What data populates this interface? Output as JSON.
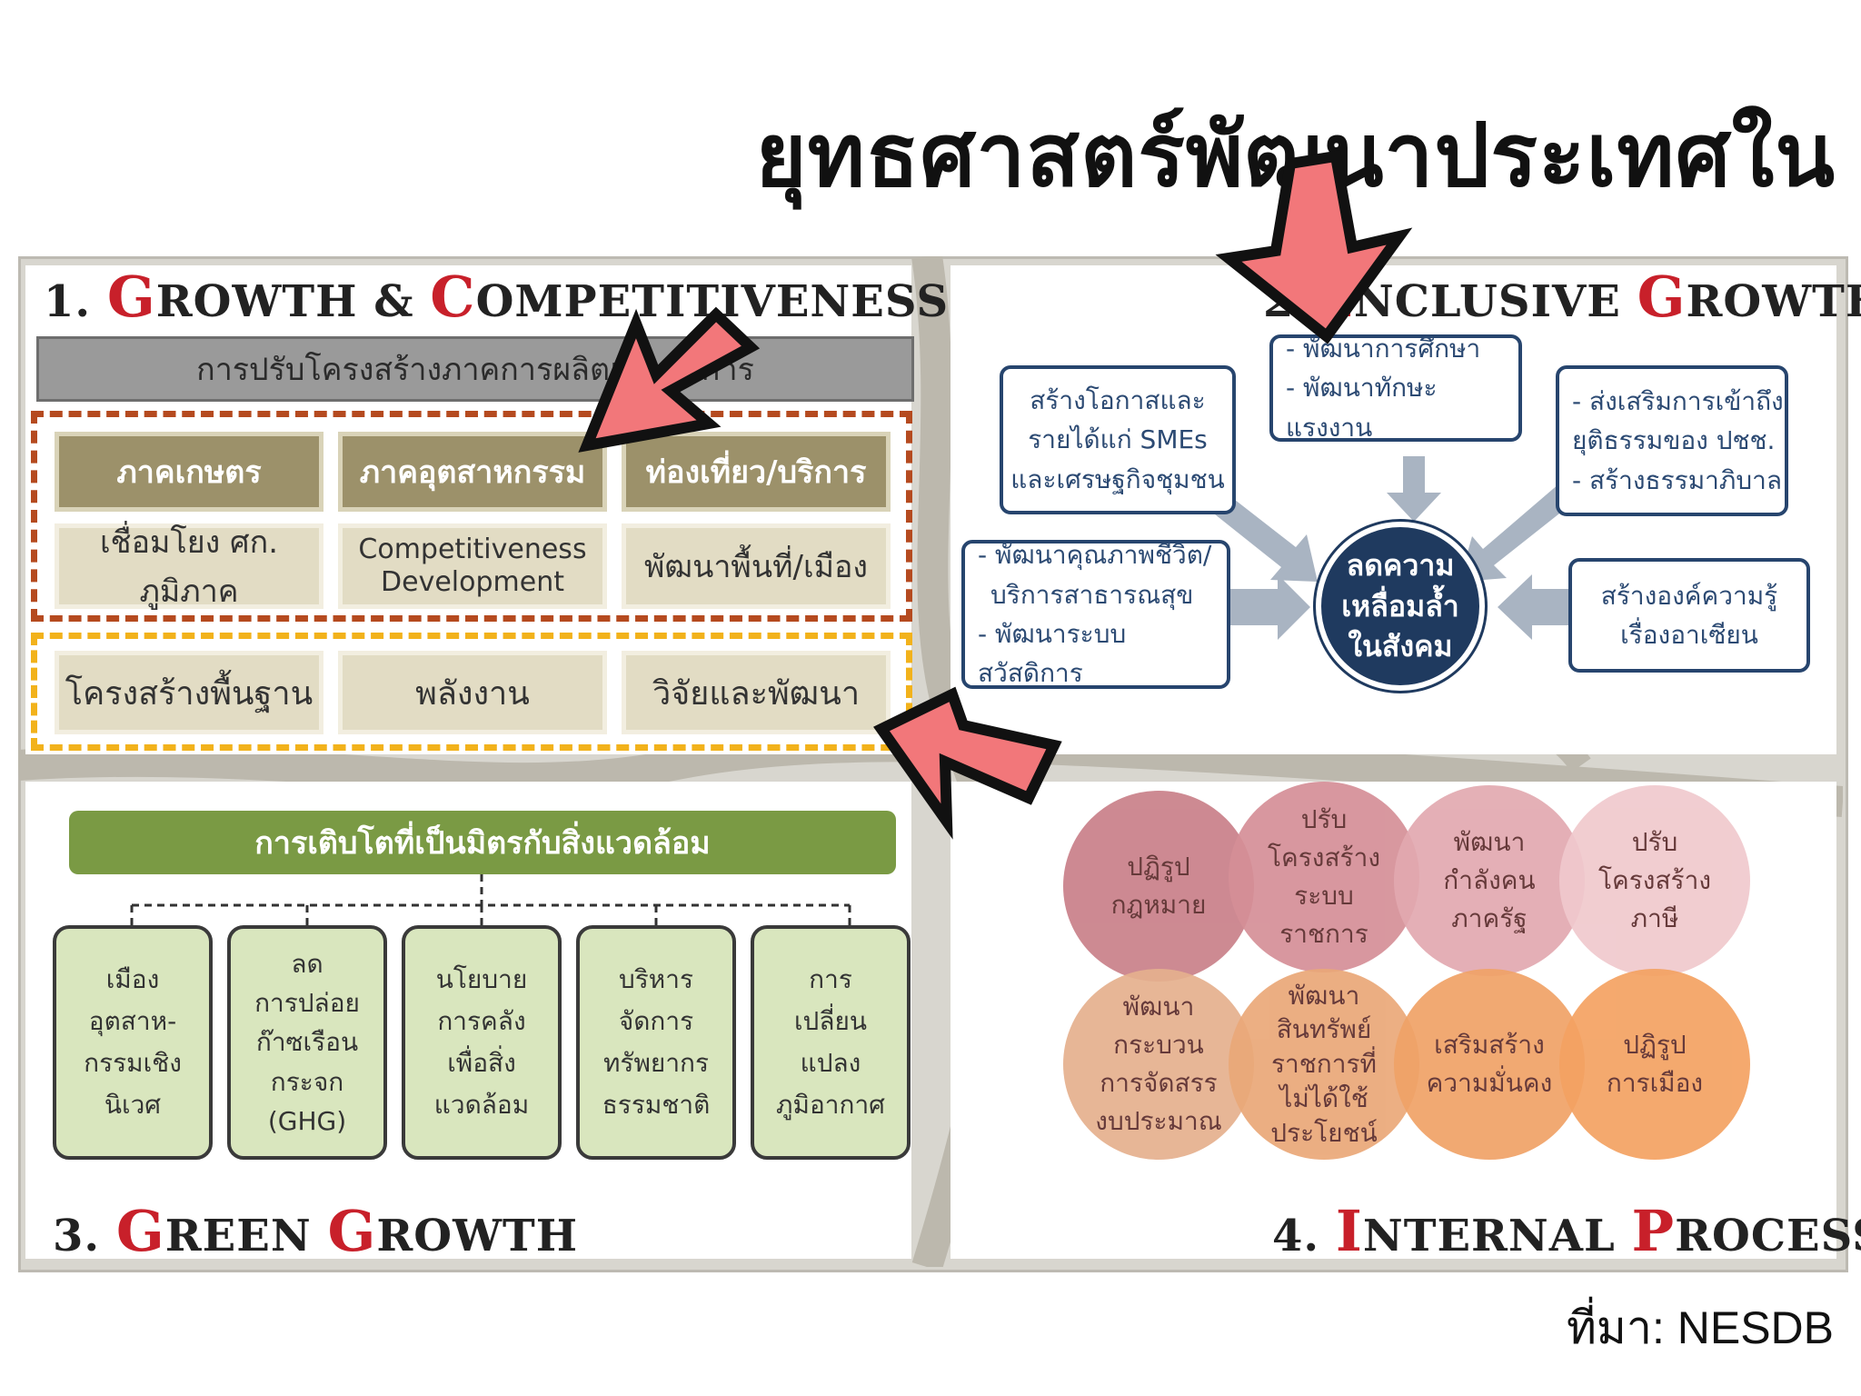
{
  "title": "ยุทธศาสตร์พัฒนาประเทศในอนาคต",
  "source": "ที่มา: NESDB",
  "colors": {
    "accent_red": "#c8202a",
    "arrow_fill": "#f2777a",
    "hub_navy": "#1f3a5f",
    "green_bar": "#7a9a44",
    "olive": "#9c916a"
  },
  "q1": {
    "num": "1.",
    "w1_cap": "G",
    "w1_rest": "ROWTH",
    "amp": "&",
    "w2_cap": "C",
    "w2_rest": "OMPETITIVENESS",
    "band": "การปรับโครงสร้างภาคการผลิตและบริการ",
    "row1": [
      "ภาคเกษตร",
      "ภาคอุตสาหกรรม",
      "ท่องเที่ยว/บริการ"
    ],
    "row2": [
      "เชื่อมโยง ศก. ภูมิภาค",
      "Competitiveness Development",
      "พัฒนาพื้นที่/เมือง"
    ],
    "row3": [
      "โครงสร้างพื้นฐาน",
      "พลังงาน",
      "วิจัยและพัฒนา"
    ]
  },
  "q2": {
    "num": "2.",
    "w1_cap": "I",
    "w1_rest": "NCLUSIVE",
    "w2_cap": "G",
    "w2_rest": "ROWTH",
    "hub": "ลดความเหลื่อมล้ำในสังคม",
    "box_top": [
      "- พัฒนาการศึกษา",
      "- พัฒนาทักษะแรงงาน"
    ],
    "box_left_top": "สร้างโอกาสและรายได้แก่ SMEs และเศรษฐกิจชุมชน",
    "box_left": [
      "- พัฒนาคุณภาพชีวิต/",
      "บริการสาธารณสุข",
      "- พัฒนาระบบสวัสดิการ"
    ],
    "box_right_top": [
      "- ส่งเสริมการเข้าถึง",
      "ยุติธรรมของ ปชช.",
      "- สร้างธรรมาภิบาล"
    ],
    "box_right": "สร้างองค์ความรู้เรื่องอาเซียน"
  },
  "q3": {
    "num": "3.",
    "w1_cap": "G",
    "w1_rest": "REEN",
    "w2_cap": "G",
    "w2_rest": "ROWTH",
    "bar": "การเติบโตที่เป็นมิตรกับสิ่งแวดล้อม",
    "boxes": [
      "เมือง\nอุตสาห-\nกรรมเชิง\nนิเวศ",
      "ลด\nการปล่อย\nก๊าซเรือน\nกระจก\n(GHG)",
      "นโยบาย\nการคลัง\nเพื่อสิ่ง\nแวดล้อม",
      "บริหาร\nจัดการ\nทรัพยากร\nธรรมชาติ",
      "การ\nเปลี่ยน\nแปลง\nภูมิอากาศ"
    ]
  },
  "q4": {
    "num": "4.",
    "w1_cap": "I",
    "w1_rest": "NTERNAL",
    "w2_cap": "P",
    "w2_rest": "ROCESS",
    "circles": [
      {
        "text": "ปฏิรูป\nกฎหมาย",
        "color": "#c98089"
      },
      {
        "text": "ปรับ\nโครงสร้าง\nระบบ\nราชการ",
        "color": "#d58f97"
      },
      {
        "text": "พัฒนา\nกำลังคน\nภาครัฐ",
        "color": "#e2a9b0"
      },
      {
        "text": "ปรับ\nโครงสร้าง\nภาษี",
        "color": "#f0c9cd"
      },
      {
        "text": "พัฒนา\nกระบวน\nการจัดสรร\nงบประมาณ",
        "color": "#e5b08e"
      },
      {
        "text": "พัฒนา\nสินทรัพย์\nราชการที่\nไม่ได้ใช้\nประโยชน์",
        "color": "#eaa878"
      },
      {
        "text": "เสริมสร้าง\nความมั่นคง",
        "color": "#f0a267"
      },
      {
        "text": "ปฏิรูป\nการเมือง",
        "color": "#f4a262"
      }
    ]
  }
}
